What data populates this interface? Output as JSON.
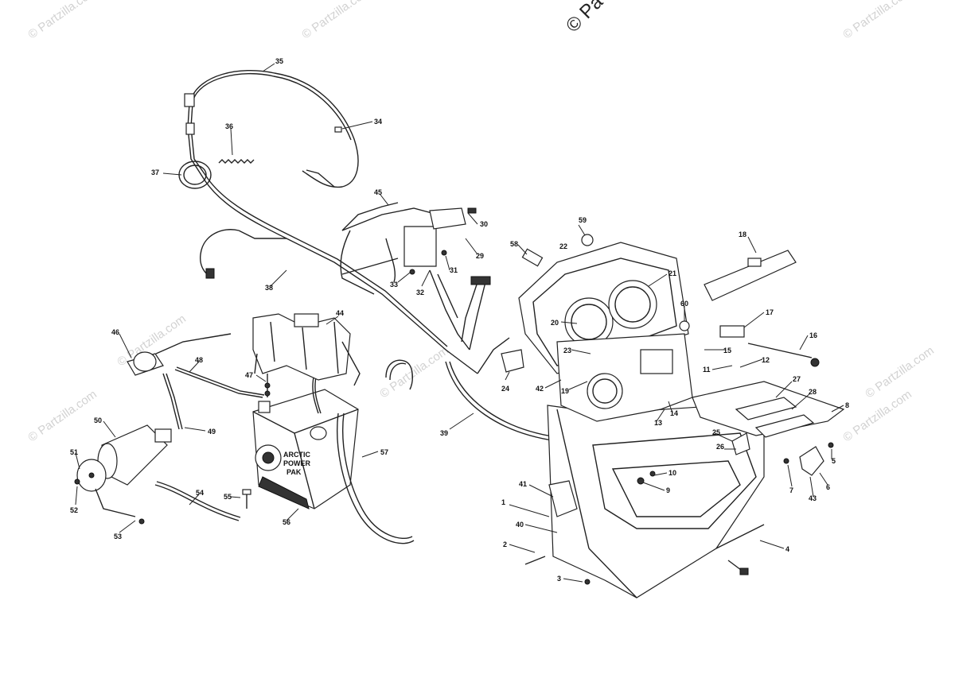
{
  "watermarks": [
    "© Partzilla.com",
    "© Partzilla.com",
    "© Partzilla.com",
    "© Partzilla.com",
    "© Partzilla.com",
    "© Partzilla.com",
    "© Partzilla.com",
    "© Partzilla.com"
  ],
  "watermark_big": "© Pa",
  "callouts": [
    "35",
    "34",
    "36",
    "37",
    "45",
    "30",
    "29",
    "31",
    "32",
    "33",
    "38",
    "59",
    "58",
    "22",
    "18",
    "21",
    "20",
    "60",
    "17",
    "16",
    "23",
    "15",
    "11",
    "12",
    "24",
    "42",
    "19",
    "8",
    "27",
    "28",
    "14",
    "13",
    "25",
    "26",
    "10",
    "9",
    "5",
    "7",
    "6",
    "43",
    "39",
    "41",
    "1",
    "40",
    "2",
    "3",
    "4",
    "44",
    "46",
    "47",
    "48",
    "49",
    "50",
    "51",
    "52",
    "53",
    "54",
    "55",
    "56",
    "57"
  ],
  "battery_label": [
    "ARCTIC",
    "POWER",
    "PAK"
  ]
}
